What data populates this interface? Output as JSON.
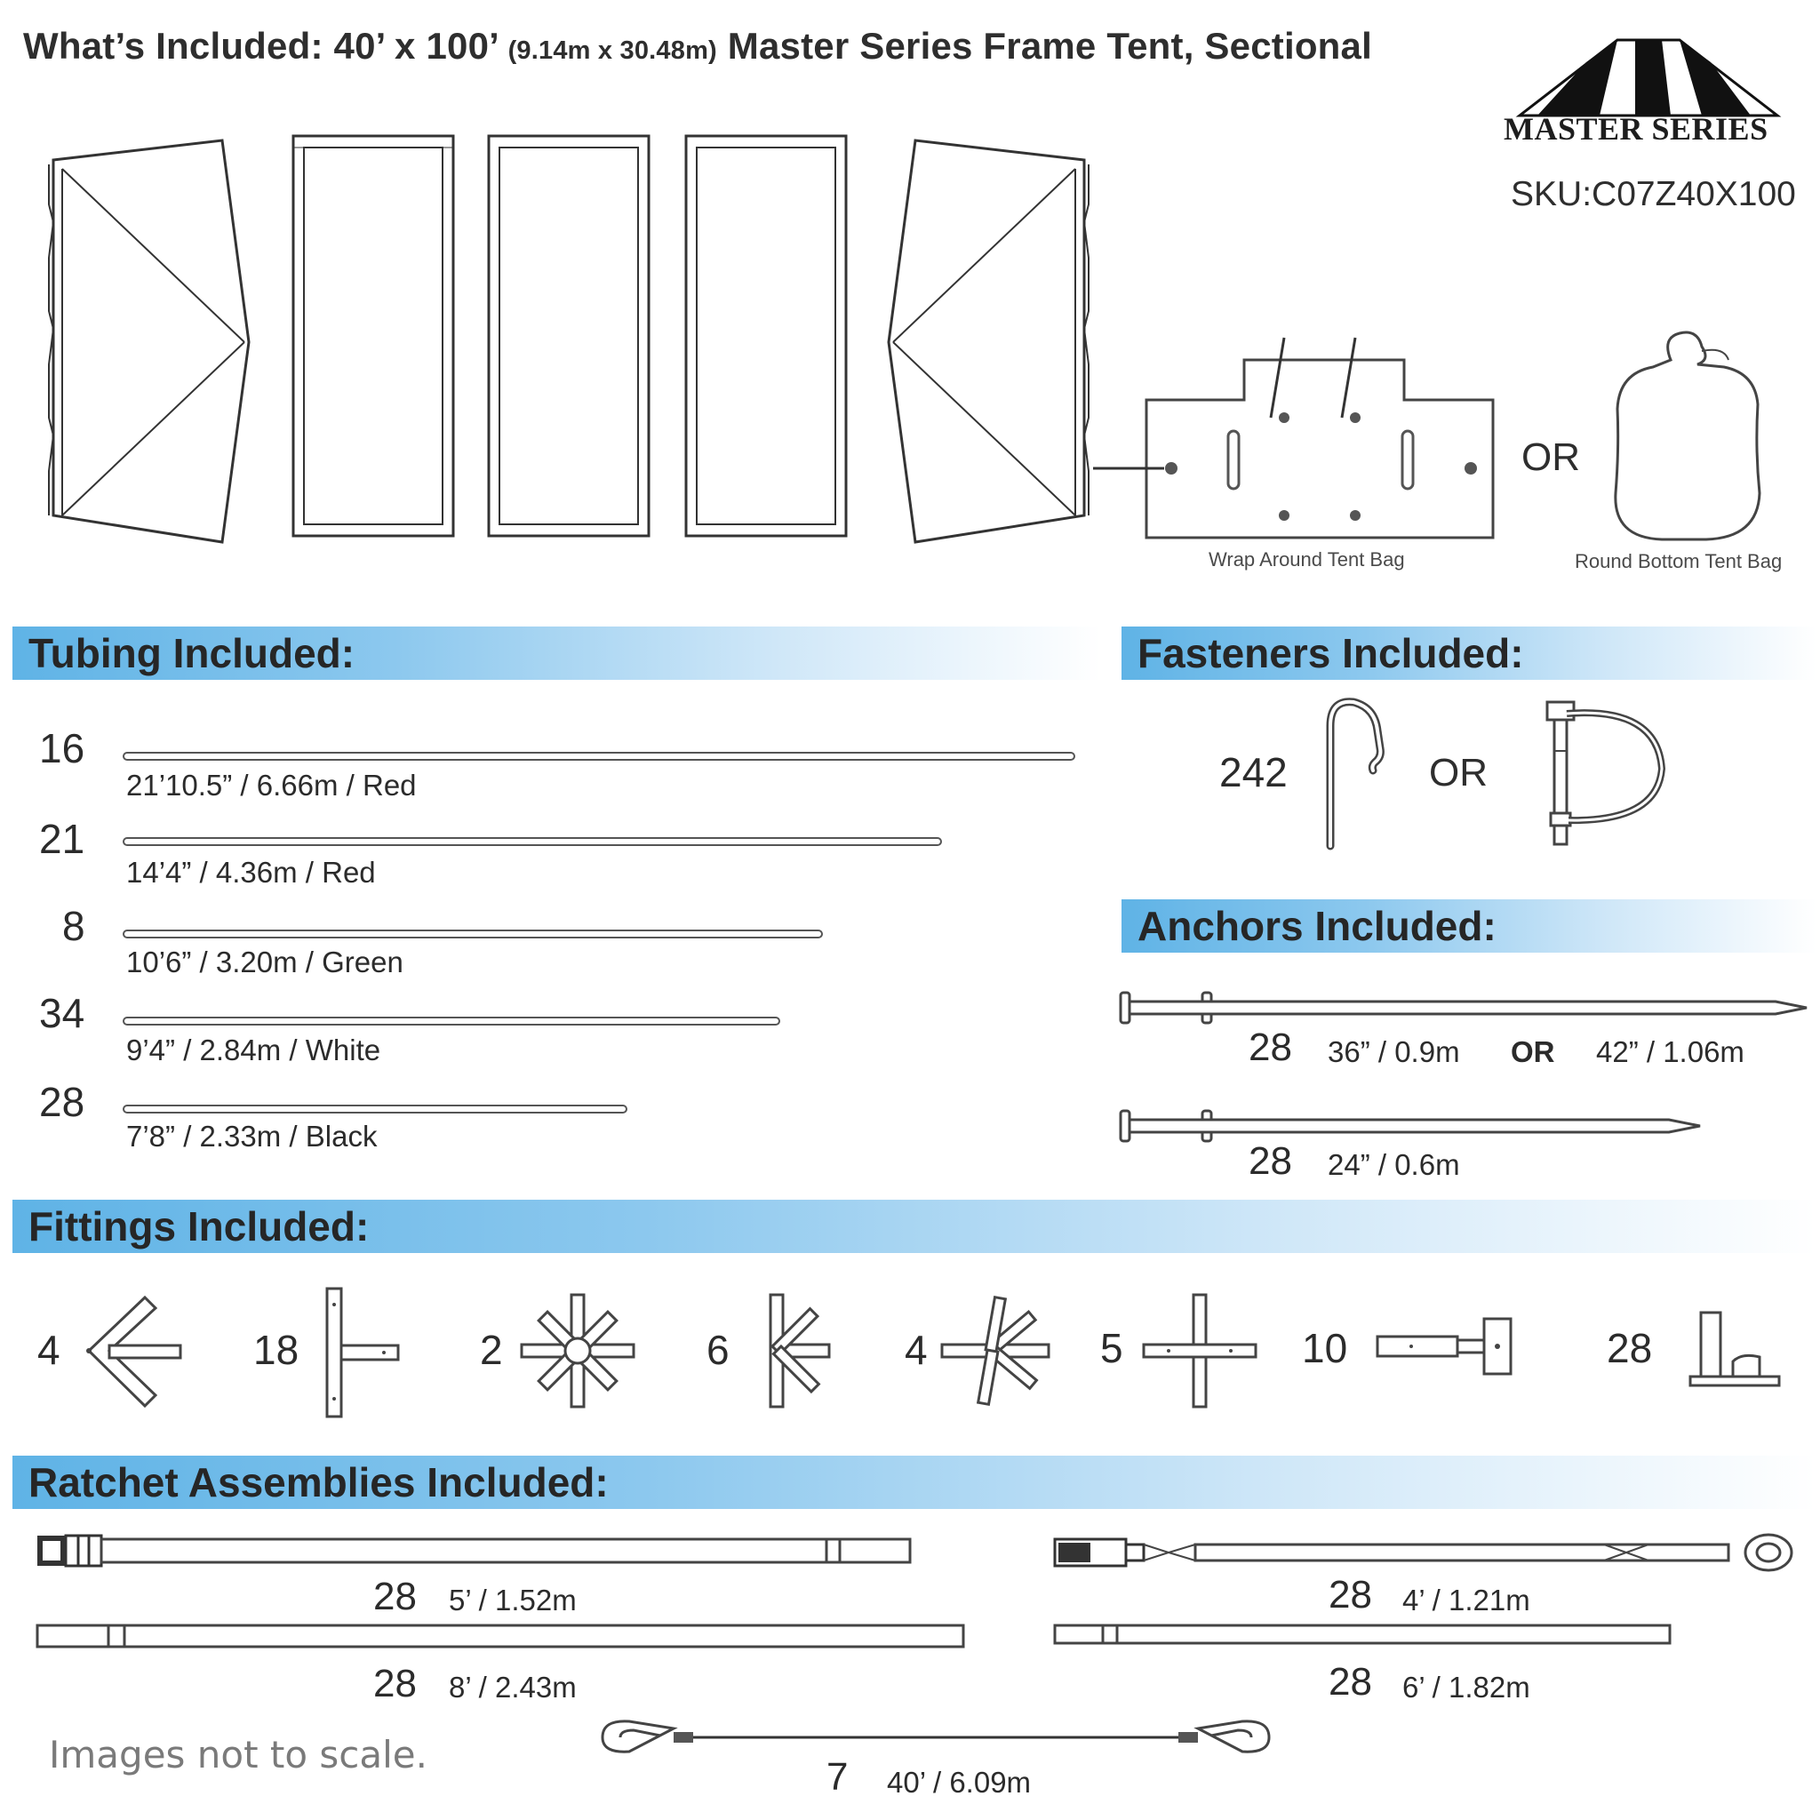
{
  "header": {
    "title_main": "What’s Included: 40’ x 100’",
    "title_metric": "(9.14m x 30.48m)",
    "title_rest": "Master Series Frame Tent, Sectional",
    "logo_text": "MASTER SERIES",
    "sku": "SKU:C07Z40X100"
  },
  "bags": {
    "wrap_label": "Wrap Around Tent Bag",
    "or_label": "OR",
    "round_label": "Round Bottom Tent Bag"
  },
  "tubing": {
    "heading": "Tubing Included:",
    "items": [
      {
        "qty": "16",
        "spec": "21’10.5” / 6.66m  /  Red",
        "length_fraction": 1.0
      },
      {
        "qty": "21",
        "spec": "14’4” / 4.36m  /  Red",
        "length_fraction": 0.86
      },
      {
        "qty": "8",
        "spec": "10’6” / 3.20m  /  Green",
        "length_fraction": 0.735
      },
      {
        "qty": "34",
        "spec": "9’4” / 2.84m  /  White",
        "length_fraction": 0.69
      },
      {
        "qty": "28",
        "spec": "7’8” / 2.33m  /  Black",
        "length_fraction": 0.53
      }
    ]
  },
  "fasteners": {
    "heading": "Fasteners Included:",
    "qty": "242",
    "or_label": "OR",
    "icons": [
      "hook-pin-icon",
      "lynch-pin-icon"
    ]
  },
  "anchors": {
    "heading": "Anchors Included:",
    "items": [
      {
        "qty": "28",
        "spec_a": "36” / 0.9m",
        "or_label": "OR",
        "spec_b": "42” / 1.06m"
      },
      {
        "qty": "28",
        "spec_a": "24” / 0.6m"
      }
    ]
  },
  "fittings": {
    "heading": "Fittings Included:",
    "items": [
      {
        "qty": "4",
        "icon": "angle-fitting-icon"
      },
      {
        "qty": "18",
        "icon": "tee-fitting-icon"
      },
      {
        "qty": "2",
        "icon": "six-way-fitting-icon"
      },
      {
        "qty": "6",
        "icon": "five-way-fitting-icon"
      },
      {
        "qty": "4",
        "icon": "angled-multi-fitting-icon"
      },
      {
        "qty": "5",
        "icon": "cross-fitting-icon"
      },
      {
        "qty": "10",
        "icon": "end-plate-fitting-icon"
      },
      {
        "qty": "28",
        "icon": "base-plate-icon"
      }
    ]
  },
  "ratchets": {
    "heading": "Ratchet Assemblies Included:",
    "items": [
      {
        "qty": "28",
        "spec": "5’ / 1.52m"
      },
      {
        "qty": "28",
        "spec": "8’ / 2.43m"
      },
      {
        "qty": "28",
        "spec": "4’ / 1.21m"
      },
      {
        "qty": "28",
        "spec": "6’ / 1.82m"
      },
      {
        "qty": "7",
        "spec": "40’ / 6.09m"
      }
    ]
  },
  "footer": {
    "note": "Images not to scale."
  }
}
